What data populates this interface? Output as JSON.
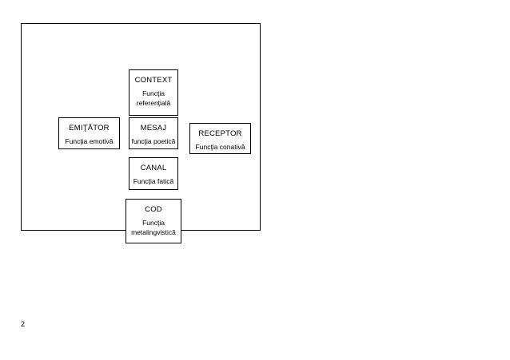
{
  "page": {
    "number": "2"
  },
  "diagram": {
    "name": "jakobson-communication-functions",
    "nodes": [
      {
        "title": "CONTEXT",
        "function": "Funcţia\nreferenţială"
      },
      {
        "title": "EMIŢĂTOR",
        "function": "Funcţia emotivă"
      },
      {
        "title": "MESAJ",
        "function": "funcţia poetică"
      },
      {
        "title": "RECEPTOR",
        "function": "Funcţia conativă"
      },
      {
        "title": "CANAL",
        "function": "Funcţia fatică"
      },
      {
        "title": "COD",
        "function": "Funcţia\nmetalingvistică"
      }
    ]
  }
}
